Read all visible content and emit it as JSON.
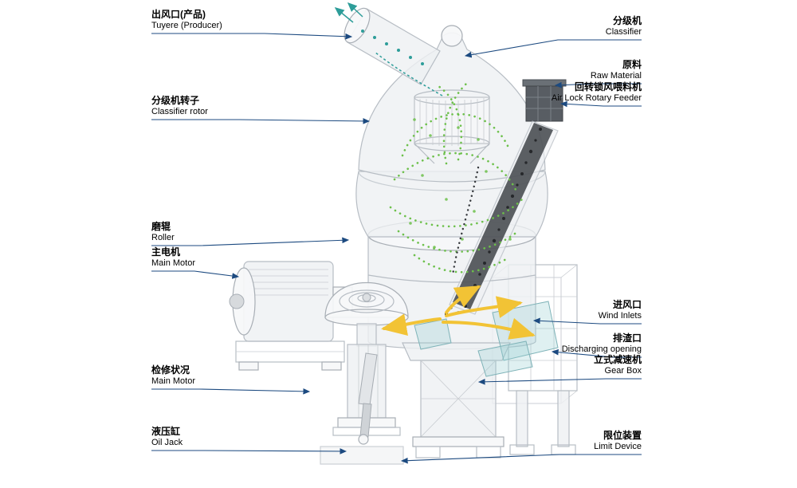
{
  "labels": {
    "left": [
      {
        "id": "tuyere",
        "zh": "出风口(产品)",
        "en": "Tuyere (Producer)"
      },
      {
        "id": "classifier-rotor",
        "zh": "分级机转子",
        "en": "Classifier rotor"
      },
      {
        "id": "roller",
        "zh": "磨辊",
        "en": "Roller"
      },
      {
        "id": "main-motor",
        "zh": "主电机",
        "en": "Main Motor"
      },
      {
        "id": "maintenance-status",
        "zh": "检修状况",
        "en": "Main Motor"
      },
      {
        "id": "oil-jack",
        "zh": "液压缸",
        "en": "Oil Jack"
      }
    ],
    "right": [
      {
        "id": "classifier",
        "zh": "分级机",
        "en": "Classifier"
      },
      {
        "id": "raw-material",
        "zh": "原料",
        "en": "Raw Material"
      },
      {
        "id": "air-lock-rotary-feeder",
        "zh": "回转锁风喂料机",
        "en": "Air Lock Rotary Feeder"
      },
      {
        "id": "wind-inlets",
        "zh": "进风口",
        "en": "Wind Inlets"
      },
      {
        "id": "discharging-opening",
        "zh": "排渣口",
        "en": "Discharging opening"
      },
      {
        "id": "gear-box",
        "zh": "立式减速机",
        "en": "Gear Box"
      },
      {
        "id": "limit-device",
        "zh": "限位装置",
        "en": "Limit Device"
      }
    ]
  },
  "machine": {
    "description": "Vertical roller mill cutaway diagram",
    "colors": {
      "outline": "#b7bdc4",
      "leader_line": "#1c4a80",
      "particle_green": "#6cc04a",
      "airflow_yellow": "#f2c335",
      "material_dark": "#34373b",
      "outlet_teal": "#2d9d99",
      "duct_cyan": "#7fb3b8"
    }
  }
}
